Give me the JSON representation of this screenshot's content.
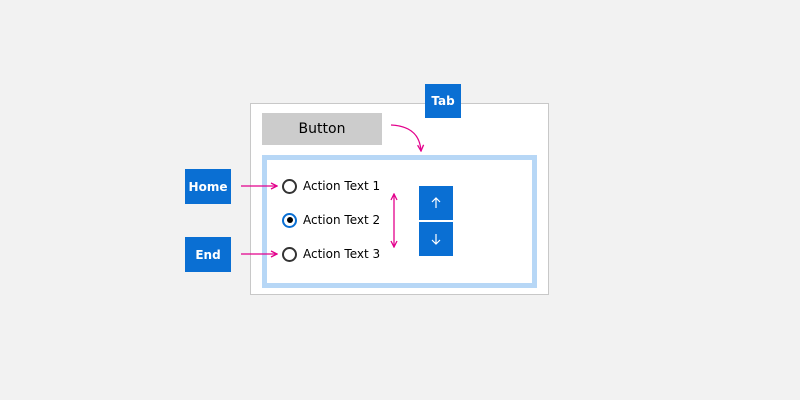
{
  "button": {
    "label": "Button"
  },
  "keys": {
    "tab": "Tab",
    "home": "Home",
    "end": "End"
  },
  "radios": [
    {
      "label": "Action Text 1",
      "checked": false
    },
    {
      "label": "Action Text 2",
      "checked": true
    },
    {
      "label": "Action Text 3",
      "checked": false
    }
  ],
  "spin_buttons": {
    "up_icon": "arrow-up-icon",
    "down_icon": "arrow-down-icon"
  },
  "colors": {
    "accent": "#0a6fd3",
    "focus_border": "#b7d7f6",
    "arrow": "#e3008c",
    "button_bg": "#cccccc",
    "background": "#f2f2f2"
  }
}
